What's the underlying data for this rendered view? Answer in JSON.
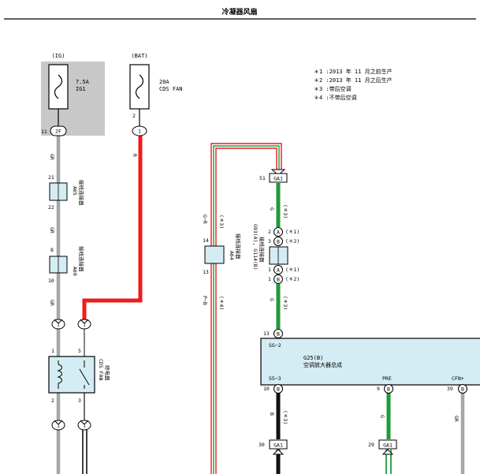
{
  "title": "冷凝器风扇",
  "notes": [
    "＊1 :2013 年 11 月之前生产",
    "＊2 :2013 年 11 月之后生产",
    "＊3 :带后空调",
    "＊4 :不带后空调"
  ],
  "fuse_ig": {
    "source": "(IG)",
    "rating": "7.5A",
    "name": "IG1",
    "conn": "2F",
    "pin": "11"
  },
  "fuse_bat": {
    "source": "(BAT)",
    "rating": "20A",
    "name": "CDS FAN",
    "pin": "2",
    "conn": "1"
  },
  "wire_colors": {
    "gr": "GR",
    "r": "R",
    "g": "G",
    "b": "B",
    "gr_label": "G−R",
    "pb_label": "P−B"
  },
  "connectors": {
    "a65": {
      "id": "A65",
      "name": "接线连接器",
      "pin_top": "21",
      "pin_bottom": "22"
    },
    "a69": {
      "id": "A69",
      "name": "接线连接器",
      "pin_top": "8",
      "pin_bottom": "10"
    },
    "a64": {
      "id": "A64",
      "name": "接线连接器",
      "pin_top": "14",
      "pin_bottom": "13"
    },
    "g93": {
      "id": "G93(A), G114(B)",
      "name": "接线连接器"
    }
  },
  "relay": {
    "name": "CDS FAN",
    "sub": "继电器",
    "pin1": "1",
    "pin2": "2",
    "pin3": "3",
    "pin5": "5"
  },
  "amplifier": {
    "id": "G25(B)",
    "name": "空调放大器总成",
    "sg2": "SG−2",
    "s53": "S5−3",
    "pre": "PRE",
    "cfn": "CFN+",
    "pin13": "13",
    "pin10": "10",
    "pin9": "9",
    "pin39": "39"
  },
  "marks": {
    "ga1": "GA1",
    "pin51": "51",
    "pin30": "30",
    "pin29": "29",
    "a": "A",
    "b": "B",
    "one": "1",
    "p2": "2",
    "p3": "3",
    "s1": "(＊1)",
    "s2": "(＊2)",
    "s3": "(＊3)",
    "s4": "(＊4)"
  },
  "colors": {
    "gray_wire": "#a6a6a6",
    "red_wire": "#ee1c1c",
    "green_wire": "#1f9a3a",
    "black_wire": "#111111",
    "box_fill": "#d4ecf3",
    "fuse_bg": "#c8c8c8"
  }
}
